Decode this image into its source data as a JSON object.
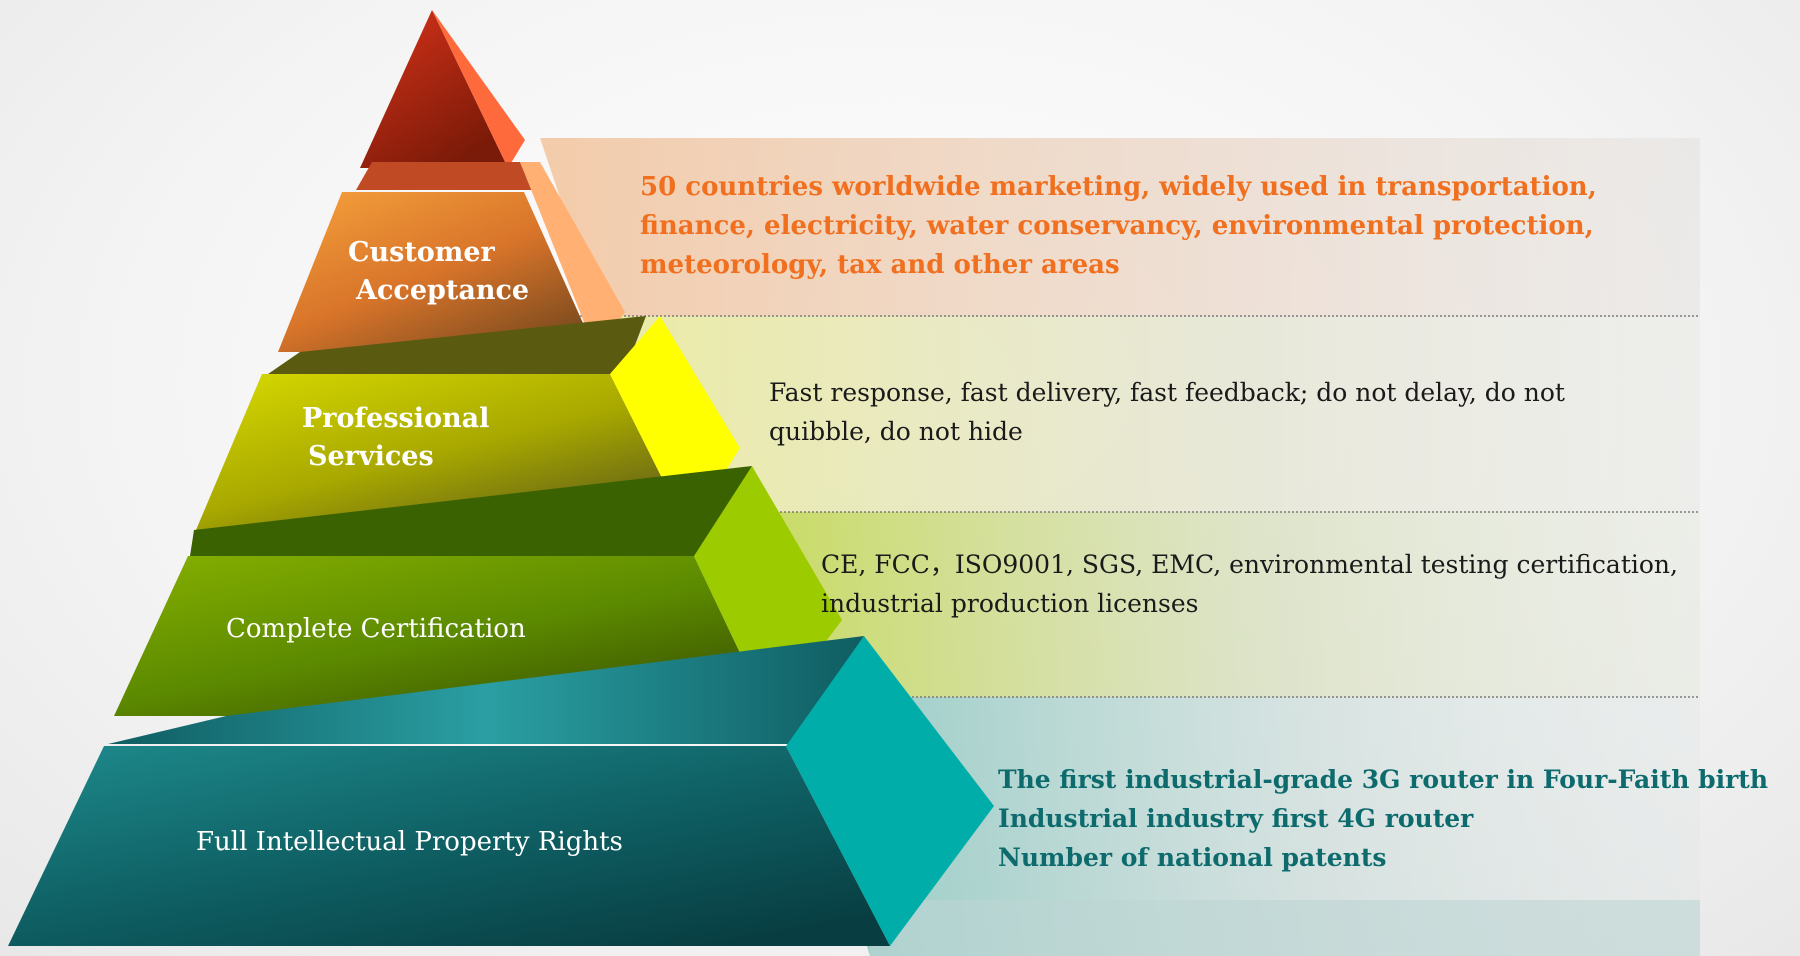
{
  "pyramid": {
    "tiers": [
      {
        "id": "customer",
        "lines": [
          "Customer",
          "Acceptance"
        ],
        "color": "#e8792a"
      },
      {
        "id": "services",
        "lines": [
          "Professional",
          "Services"
        ],
        "color": "#b9c000"
      },
      {
        "id": "certification",
        "lines": [
          "Complete Certification"
        ],
        "color": "#5f8c00"
      },
      {
        "id": "ip",
        "lines": [
          "Full Intellectual Property Rights"
        ],
        "color": "#0f6a6d"
      }
    ]
  },
  "descriptions": {
    "customer": [
      "50 countries worldwide marketing, widely used in transportation,",
      "finance, electricity, water conservancy, environmental protection,",
      "meteorology, tax and other areas"
    ],
    "services": [
      "Fast response, fast delivery, fast feedback; do not delay, do not",
      "quibble, do not hide"
    ],
    "certification": [
      "CE, FCC，ISO9001, SGS, EMC, environmental testing certification,",
      "industrial production licenses"
    ],
    "ip": [
      "The first industrial-grade 3G router in Four-Faith birth",
      "Industrial industry first 4G router",
      "Number of national patents"
    ]
  },
  "colors": {
    "customer_text": "#f07020",
    "ip_text": "#0d6b6e",
    "top_cap": "#c0392b"
  }
}
